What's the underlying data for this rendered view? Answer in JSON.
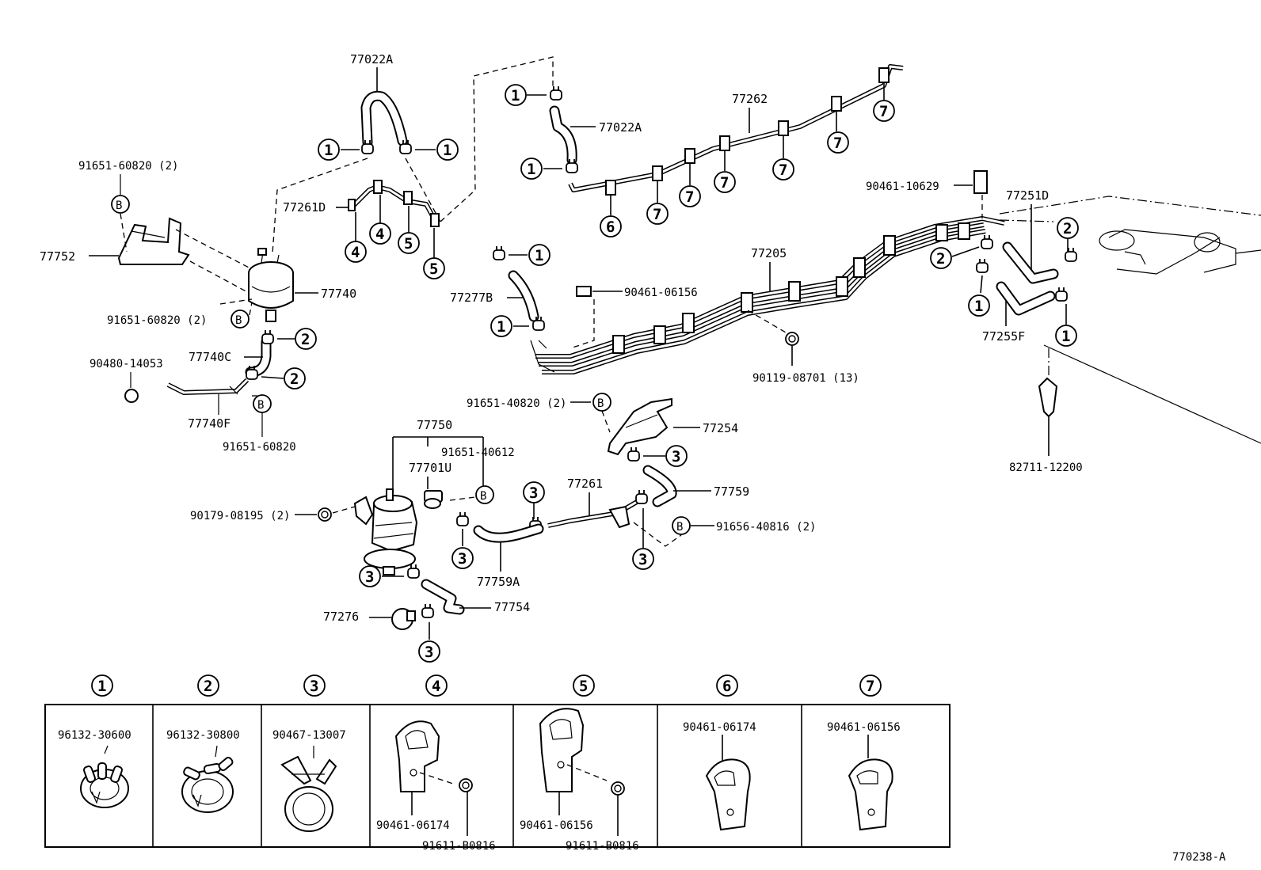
{
  "labels": {
    "l77022A_top": "77022A",
    "l77022A_mid": "77022A",
    "l77262": "77262",
    "l91651_60820_2a": "91651-60820 (2)",
    "l77752": "77752",
    "l77261D": "77261D",
    "l77740": "77740",
    "l91651_60820_2b": "91651-60820 (2)",
    "l90480_14053": "90480-14053",
    "l77740C": "77740C",
    "l77740F": "77740F",
    "l91651_60820": "91651-60820",
    "l90461_10629": "90461-10629",
    "l77251D": "77251D",
    "l77205": "77205",
    "l77277B": "77277B",
    "l90461_06156": "90461-06156",
    "l77255F": "77255F",
    "l90119_08701": "90119-08701 (13)",
    "l91651_40820": "91651-40820 (2)",
    "l77254": "77254",
    "l82711_12200": "82711-12200",
    "l77750": "77750",
    "l91651_40612": "91651-40612",
    "l77701U": "77701U",
    "l77759": "77759",
    "l77261": "77261",
    "l90179_08195": "90179-08195 (2)",
    "l91656_40816": "91656-40816 (2)",
    "l77759A": "77759A",
    "l77754": "77754",
    "l77276": "77276",
    "diagram_id": "770238-A"
  },
  "callouts": {
    "c1": "1",
    "c2": "2",
    "c3": "3",
    "c4": "4",
    "c5": "5",
    "c6": "6",
    "c7": "7",
    "b": "B"
  },
  "legend": [
    {
      "num": "1",
      "parts": [
        "96132-30600"
      ]
    },
    {
      "num": "2",
      "parts": [
        "96132-30800"
      ]
    },
    {
      "num": "3",
      "parts": [
        "90467-13007"
      ]
    },
    {
      "num": "4",
      "parts": [
        "90461-06174",
        "91611-B0816"
      ]
    },
    {
      "num": "5",
      "parts": [
        "90461-06156",
        "91611-B0816"
      ]
    },
    {
      "num": "6",
      "parts": [
        "90461-06174"
      ]
    },
    {
      "num": "7",
      "parts": [
        "90461-06156"
      ]
    }
  ]
}
